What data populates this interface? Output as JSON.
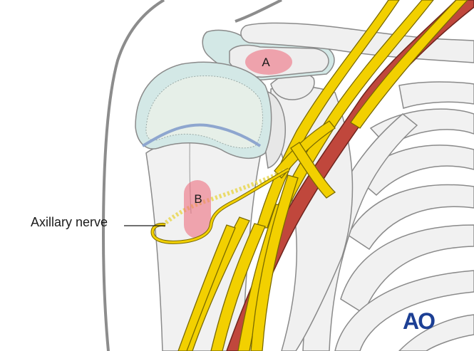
{
  "labels": {
    "region_a": "A",
    "region_b": "B",
    "axillary_nerve": "Axillary nerve"
  },
  "logo": {
    "text": "AO"
  },
  "colors": {
    "skin_outline": "#8c8c8c",
    "bone_fill": "#eeeeee",
    "bone_stroke": "#8a8a8a",
    "cartilage_fill": "#d3e8e6",
    "growth_plate": "#8ea6cf",
    "nerve_fill": "#f2d000",
    "nerve_stroke": "#7a6a00",
    "artery_fill": "#c0473c",
    "artery_stroke": "#6e241e",
    "region_highlight": "#ee6f80",
    "logo_blue": "#1c3f94"
  }
}
